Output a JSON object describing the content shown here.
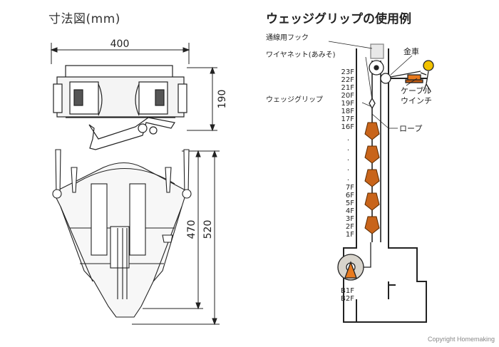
{
  "left": {
    "heading": "寸法図(mm)",
    "dimensions": {
      "width": "400",
      "top_height": "190",
      "inner_height": "470",
      "outer_height": "520"
    }
  },
  "right": {
    "heading": "ウェッジグリップの使用例",
    "labels": {
      "hook": "通線用フック",
      "wire_net": "ワイヤネット(あみそ)",
      "pulley": "金車",
      "winch_line1": "ケーブル",
      "winch_line2": "ウインチ",
      "wedge_grip": "ウェッジグリップ",
      "rope": "ロープ"
    },
    "floors": [
      "23F",
      "22F",
      "21F",
      "20F",
      "19F",
      "18F",
      "17F",
      "16F",
      "7F",
      "6F",
      "5F",
      "4F",
      "3F",
      "2F",
      "1F"
    ],
    "basement": [
      "B1F",
      "B2F"
    ]
  },
  "copyright": "Copyright Homemaking",
  "colors": {
    "orange": "#e87a1e",
    "grip": "#c8641a",
    "hat": "#f2c200",
    "stroke": "#222222",
    "reel": "#d8d4cc"
  }
}
